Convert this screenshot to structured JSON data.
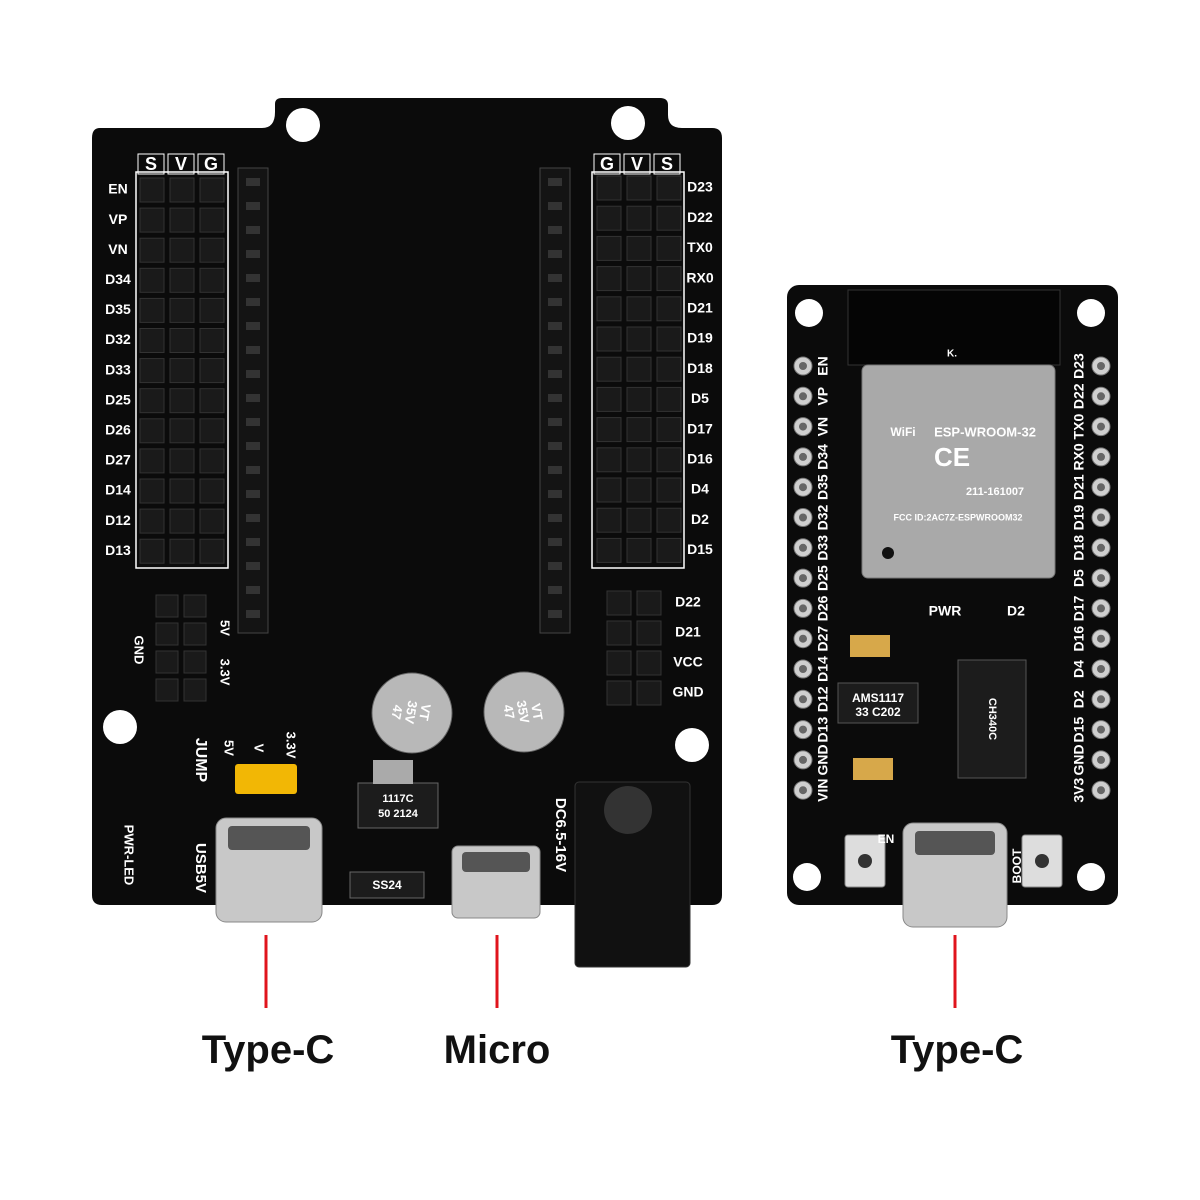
{
  "colors": {
    "pcb": "#0b0b0b",
    "silkscreen": "#ffffff",
    "callout_line": "#e0141c",
    "module_shield": "#a9a9a9",
    "jumper": "#f2b705",
    "connector_metal": "#c8c8c8"
  },
  "expansion_board": {
    "header_labels_left": [
      "S",
      "V",
      "G"
    ],
    "header_labels_right": [
      "G",
      "V",
      "S"
    ],
    "left_pins": [
      "EN",
      "VP",
      "VN",
      "D34",
      "D35",
      "D32",
      "D33",
      "D25",
      "D26",
      "D27",
      "D14",
      "D12",
      "D13"
    ],
    "right_pins": [
      "D23",
      "D22",
      "TX0",
      "RX0",
      "D21",
      "D19",
      "D18",
      "D5",
      "D17",
      "D16",
      "D4",
      "D2",
      "D15"
    ],
    "aux_pins": [
      "D22",
      "D21",
      "VCC",
      "GND"
    ],
    "power_header": {
      "gnd": "GND",
      "v5": "5V",
      "v33": "3.3V"
    },
    "jumper_labels": {
      "title": "JUMP",
      "v5": "5V",
      "v": "V",
      "v33": "3.3V"
    },
    "usb_label": "USB5V",
    "led_label": "PWR-LED",
    "dc_label": "DC6.5-16V",
    "regulator": [
      "1117C",
      "50  2124"
    ],
    "diode": "SS24",
    "cap1": [
      "47",
      "35V",
      "VT"
    ],
    "cap2": [
      "47",
      "35V",
      "VT"
    ]
  },
  "dev_board": {
    "left_pins": [
      "EN",
      "VP",
      "VN",
      "D34",
      "D35",
      "D32",
      "D33",
      "D25",
      "D26",
      "D27",
      "D14",
      "D12",
      "D13",
      "GND",
      "VIN"
    ],
    "right_pins": [
      "D23",
      "D22",
      "TX0",
      "RX0",
      "D21",
      "D19",
      "D18",
      "D5",
      "D17",
      "D16",
      "D4",
      "D2",
      "D15",
      "GND",
      "3V3"
    ],
    "module": {
      "wifi": "WiFi",
      "name": "ESP-WROOM-32",
      "cert": "211-161007",
      "fcc": "FCC ID:2AC7Z-ESPWROOM32",
      "mark": "K."
    },
    "leds": {
      "pwr": "PWR",
      "d2": "D2"
    },
    "regulator": [
      "AMS1117",
      "33  C202"
    ],
    "usb_chip": [
      "CH340C"
    ],
    "buttons": {
      "en": "EN",
      "boot": "BOOT"
    }
  },
  "callouts": [
    {
      "label": "Type-C"
    },
    {
      "label": "Micro"
    },
    {
      "label": "Type-C"
    }
  ]
}
